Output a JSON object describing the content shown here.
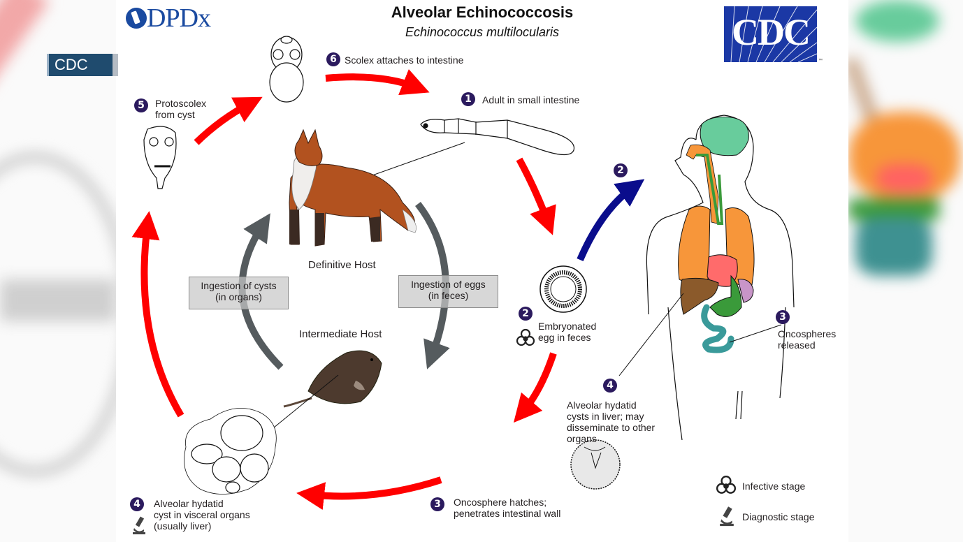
{
  "overlay": {
    "channel_tag": "CDC"
  },
  "header": {
    "logo_left": "DPDx",
    "title": "Alveolar Echinococcosis",
    "subtitle": "Echinococcus multilocularis",
    "logo_right": "CDC",
    "logo_right_mark": "™"
  },
  "colors": {
    "red_arrow": "#ff0000",
    "blue_arrow": "#0a0d8c",
    "gray_arrow": "#555b5e",
    "badge": "#2b1a5e",
    "dpdx_blue": "#1a4aa0",
    "cdc_blue": "#1b38a5"
  },
  "stages": [
    {
      "number": "1",
      "label": "Adult in small intestine"
    },
    {
      "number": "2",
      "label": "Embryonated\negg in feces",
      "icon": "biohazard-icon"
    },
    {
      "number": "2",
      "label": ""
    },
    {
      "number": "3",
      "label": "Oncosphere hatches;\npenetrates intestinal wall"
    },
    {
      "number": "3",
      "label": "Oncospheres\nreleased"
    },
    {
      "number": "4",
      "label": "Alveolar hydatid\ncyst in visceral organs\n(usually liver)",
      "icon": "microscope-icon"
    },
    {
      "number": "4",
      "label": "Alveolar hydatid\ncysts in liver; may\ndisseminate to other\norgans"
    },
    {
      "number": "5",
      "label": "Protoscolex\nfrom cyst"
    },
    {
      "number": "6",
      "label": "Scolex attaches to intestine"
    }
  ],
  "hosts": {
    "definitive": "Definitive Host",
    "intermediate": "Intermediate Host"
  },
  "transitions": {
    "cysts": "Ingestion of cysts\n(in organs)",
    "eggs": "Ingestion of eggs\n(in feces)"
  },
  "legend": {
    "infective": "Infective stage",
    "diagnostic": "Diagnostic stage"
  }
}
